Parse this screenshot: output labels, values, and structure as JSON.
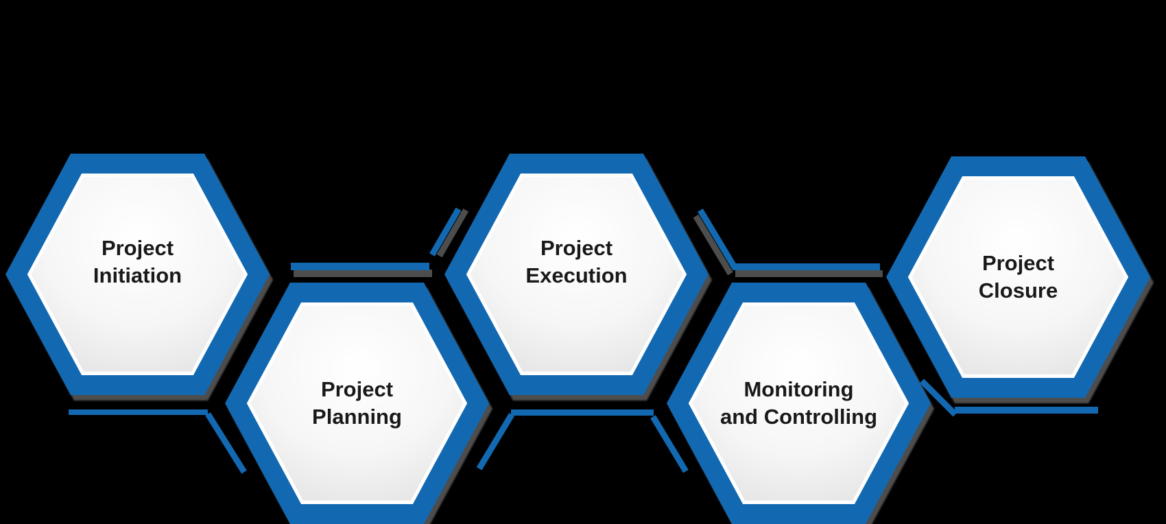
{
  "diagram": {
    "background": "#000000",
    "accent_blue": "#1269b2",
    "shadow_gray": "#4d4d4d",
    "hex_fill_light": "#ffffff",
    "hex_fill_shade": "#e4e4e4",
    "text_color": "#191919",
    "steps": [
      {
        "line1": "Project",
        "line2": "Initiation"
      },
      {
        "line1": "Project",
        "line2": "Planning"
      },
      {
        "line1": "Project",
        "line2": "Execution"
      },
      {
        "line1": "Monitoring",
        "line2": "and Controlling"
      },
      {
        "line1": "Project",
        "line2": "Closure"
      }
    ]
  }
}
